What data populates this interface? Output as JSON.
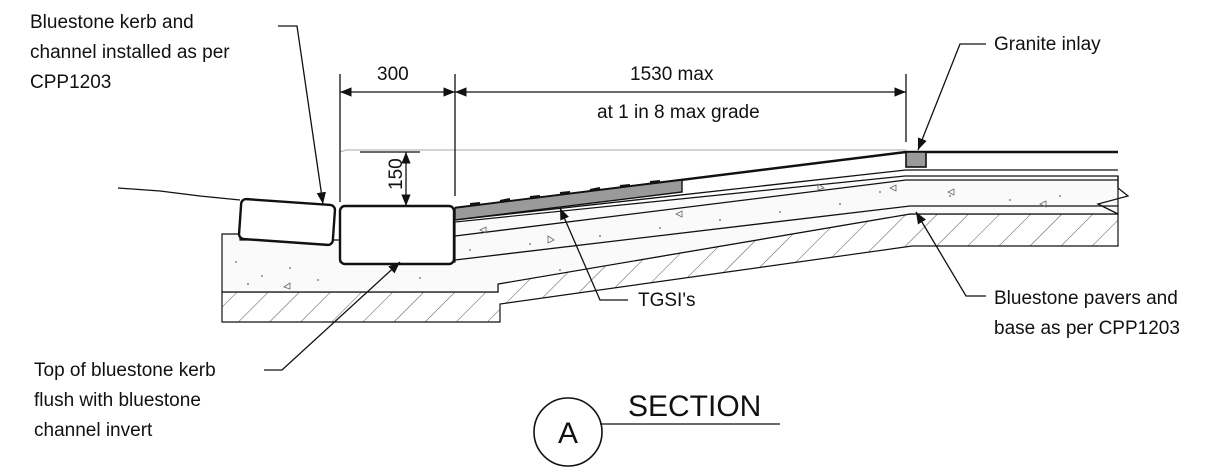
{
  "labels": {
    "kerb_channel": [
      "Bluestone kerb and",
      "channel installed as per",
      "CPP1203"
    ],
    "dim_300": "300",
    "dim_1530": "1530 max",
    "grade": "at 1 in 8 max grade",
    "dim_150": "150",
    "granite": "Granite inlay",
    "tgsi": "TGSI's",
    "pavers": [
      "Bluestone pavers and",
      "base as per CPP1203"
    ],
    "kerb_top": [
      "Top of bluestone kerb",
      "flush with bluestone",
      "channel invert"
    ],
    "section_letter": "A",
    "section_title": "SECTION"
  }
}
